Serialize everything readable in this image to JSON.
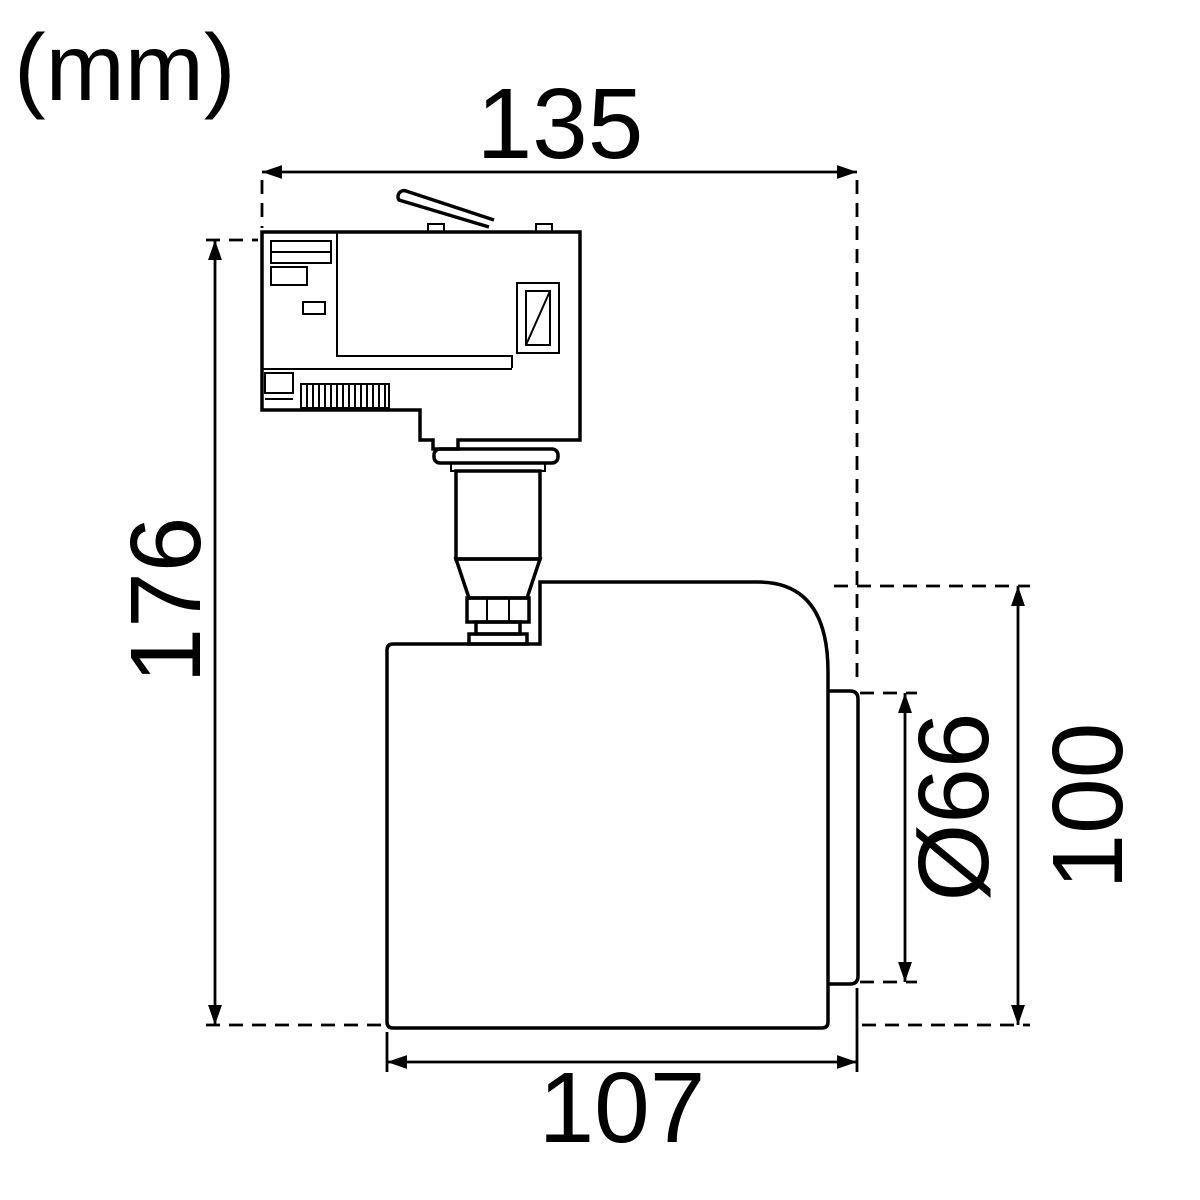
{
  "drawing": {
    "units_label": "(mm)",
    "dimensions": {
      "overall_depth_mm": "135",
      "overall_height_mm": "176",
      "head_depth_mm": "107",
      "head_height_mm": "100",
      "lens_diameter_mm": "Ø66"
    },
    "colors": {
      "line": "#000000",
      "background": "#ffffff"
    }
  }
}
